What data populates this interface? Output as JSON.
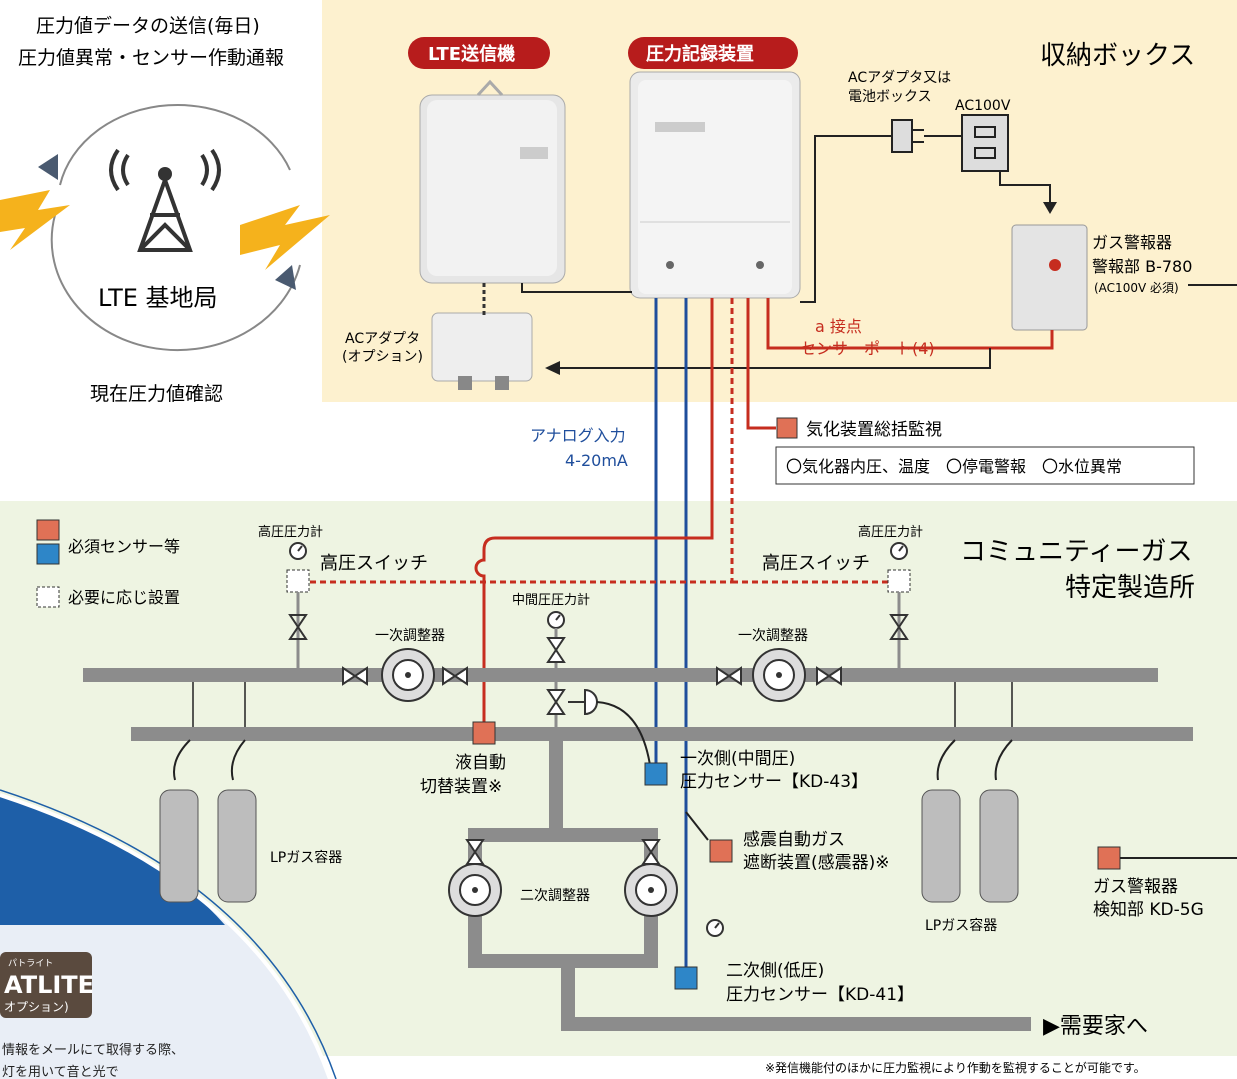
{
  "top_left": {
    "line1": "圧力値データの送信(毎日)",
    "line2": "圧力値異常・センサー作動通報",
    "station": "LTE 基地局",
    "confirm": "現在圧力値確認"
  },
  "box": {
    "title": "収納ボックス",
    "lte_tag": "LTE送信機",
    "recorder_tag": "圧力記録装置",
    "ac_adapter_or_battery_1": "ACアダプタ又は",
    "ac_adapter_or_battery_2": "電池ボックス",
    "ac100v": "AC100V",
    "alarm_1": "ガス警報器",
    "alarm_2": "警報部 B-780",
    "alarm_3": "(AC100V 必須)",
    "contact_1": "a 接点",
    "contact_2": "センサーポート(4)",
    "ac_opt_1": "ACアダプタ",
    "ac_opt_2": "(オプション)"
  },
  "analog": {
    "line1": "アナログ入力",
    "line2": "4-20mA"
  },
  "vaporizer": {
    "title": "気化装置総括監視",
    "items": "〇気化器内圧、温度　〇停電警報　〇水位異常"
  },
  "legend": {
    "required": "必須センサー等",
    "optional": "必要に応じ設置"
  },
  "plant": {
    "title1": "コミュニティーガス",
    "title2": "特定製造所",
    "hp_gauge_l": "高圧圧力計",
    "hp_gauge_r": "高圧圧力計",
    "hp_switch_l": "高圧スイッチ",
    "hp_switch_r": "高圧スイッチ",
    "mid_gauge": "中間圧圧力計",
    "reg1_l": "一次調整器",
    "reg1_r": "一次調整器",
    "liquid_1": "液自動",
    "liquid_2": "切替装置※",
    "primary_1": "一次側(中間圧)",
    "primary_2": "圧力センサー【KD-43】",
    "quake_1": "感震自動ガス",
    "quake_2": "遮断装置(感震器)※",
    "lp_l": "LPガス容器",
    "lp_r": "LPガス容器",
    "reg2": "二次調整器",
    "secondary_1": "二次側(低圧)",
    "secondary_2": "圧力センサー【KD-41】",
    "detector_1": "ガス警報器",
    "detector_2": "検知部 KD-5G",
    "to_customer": "▶需要家へ"
  },
  "patlite": {
    "small": "パトライト",
    "name": "ATLITE",
    "option": "オプション)",
    "desc1": "情報をメールにて取得する際、",
    "desc2": "灯を用いて音と光で"
  },
  "footnote": "※発信機能付のほかに圧力監視により作動を監視することが可能です。",
  "colors": {
    "box_bg": "#fdf1cf",
    "plant_bg": "#eef4e2",
    "red_line": "#c62d1f",
    "blue_line": "#1f4e9c",
    "sensor_red": "#e07156",
    "sensor_blue": "#2e86c8",
    "pipe": "#8c8c8c",
    "pill": "#b71c1c"
  }
}
